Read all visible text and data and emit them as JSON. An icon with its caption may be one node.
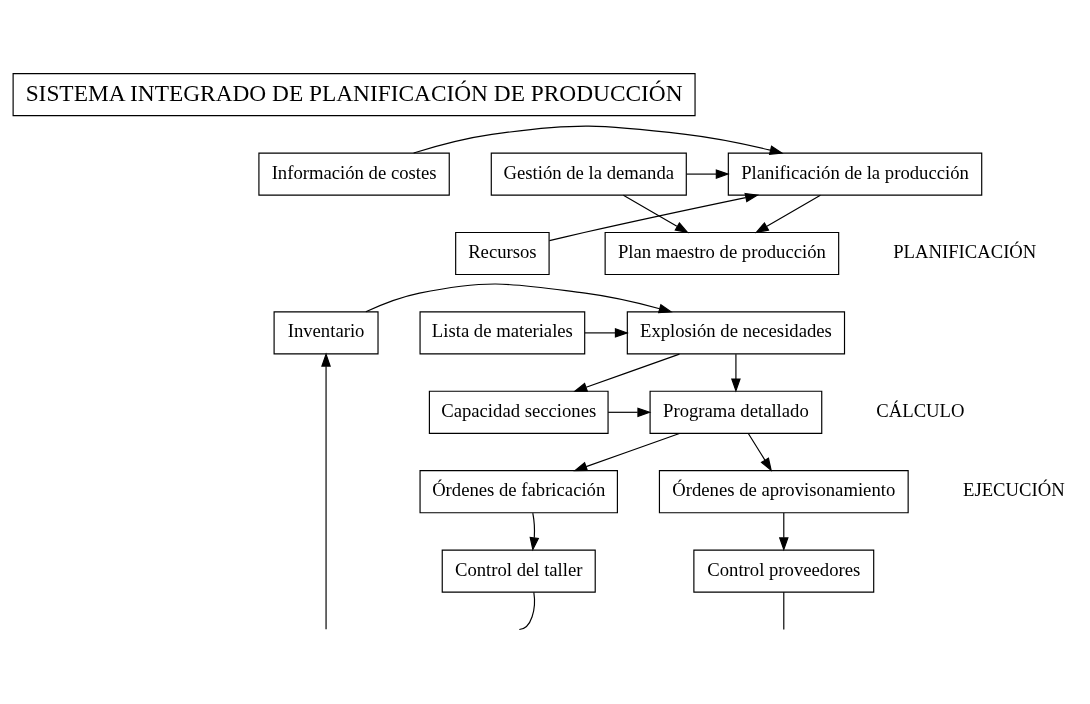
{
  "diagram": {
    "nodes": [
      {
        "text": [
          "SISTEMA INTEGRADO DE PLANIFICACIÓN DE PRODUCCIÓN"
        ]
      },
      {
        "text": [
          "Información de costes"
        ]
      },
      {
        "text": [
          "Planificación de la producción"
        ]
      },
      {
        "text": [
          "Gestión de la demanda"
        ]
      },
      {
        "text": [
          "Recursos"
        ]
      },
      {
        "text": [
          "Plan maestro de producción"
        ]
      },
      {
        "text": [
          "Lista de materiales"
        ]
      },
      {
        "text": [
          "Explosión de necesidades"
        ]
      },
      {
        "text": [
          "Inventario"
        ]
      },
      {
        "text": [
          "Capacidad secciones"
        ]
      },
      {
        "text": [
          "Programa detallado"
        ]
      },
      {
        "text": [
          "Órdenes de fabricación"
        ]
      },
      {
        "text": [
          "Órdenes de aprovisonamiento"
        ]
      },
      {
        "text": [
          "Control del taller"
        ]
      },
      {
        "text": [
          "Control proveedores"
        ]
      }
    ],
    "edges": [
      {
        "from": 1,
        "to": 2,
        "arrow": "to"
      },
      {
        "from": 3,
        "to": 2,
        "arrow": "to"
      },
      {
        "from": 4,
        "to": 2,
        "arrow": "to"
      },
      {
        "from": 2,
        "to": 5,
        "arrow": "to"
      },
      {
        "from": 3,
        "to": 5,
        "arrow": "to"
      },
      {
        "from": 6,
        "to": 7,
        "arrow": "to"
      },
      {
        "from": 8,
        "to": 7,
        "arrow": "to"
      },
      {
        "from": 7,
        "to": 9,
        "arrow": "to"
      },
      {
        "from": 7,
        "to": 10,
        "arrow": "to"
      },
      {
        "from": 9,
        "to": 10,
        "arrow": "to"
      },
      {
        "from": 10,
        "to": 11,
        "arrow": "to"
      },
      {
        "from": 10,
        "to": 12,
        "arrow": "to"
      },
      {
        "from": 11,
        "to": 13,
        "arrow": "to"
      },
      {
        "from": 12,
        "to": 14,
        "arrow": "to"
      },
      {
        "from": 13,
        "to": null,
        "arrow": "none"
      },
      {
        "from": 14,
        "to": null,
        "arrow": "none"
      },
      {
        "from": null,
        "to": 8,
        "arrow": "to"
      }
    ],
    "labels": [
      "PLANIFICACIÓN",
      "CÁLCULO",
      "EJECUCIÓN"
    ]
  }
}
